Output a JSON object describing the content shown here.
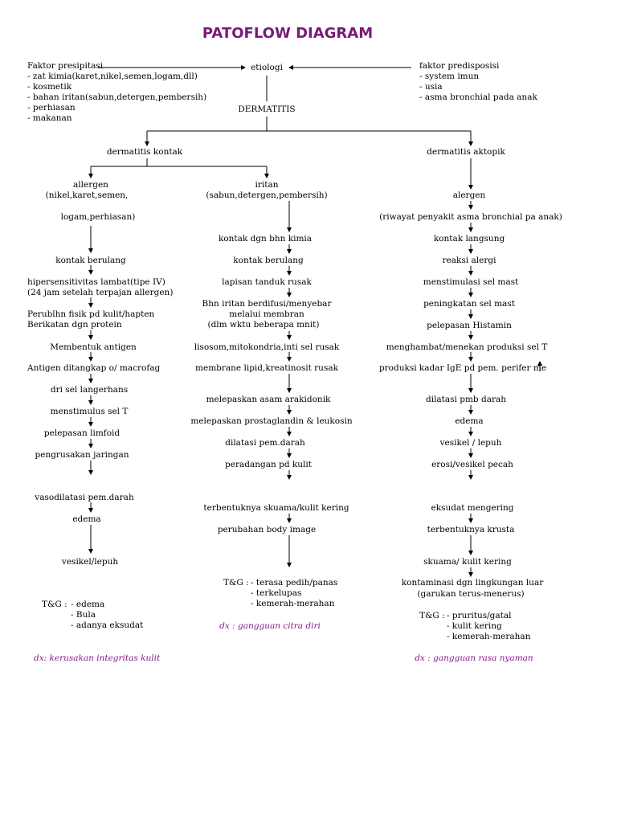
{
  "title": "PATOFLOW DIAGRAM",
  "etiologi": "etiologi",
  "dermatitis": "DERMATITIS",
  "faktor_presipitasi": {
    "heading": "Faktor presipitasi",
    "items": [
      "-  zat kimia(karet,nikel,semen,logam,dll)",
      "-  kosmetik",
      "-  bahan iritan(sabun,detergen,pembersih)",
      "-  perhiasan",
      "-  makanan"
    ]
  },
  "faktor_predisposisi": {
    "heading": "faktor predisposisi",
    "items": [
      "- system imun",
      "- usia",
      "- asma bronchial pada anak"
    ]
  },
  "branch_kontak": "dermatitis kontak",
  "branch_atopik": "dermatitis aktopik",
  "left": {
    "allergen1": "allergen",
    "allergen2": "(nikel,karet,semen,",
    "allergen3": "logam,perhiasan)",
    "s1": "kontak berulang",
    "s2a": "hipersensitivitas lambat(tipe IV)",
    "s2b": "(24 jam setelah terpajan allergen)",
    "s3a": "Perublhn fisik pd kulit/hapten",
    "s3b": "Berikatan dgn protein",
    "s4": "Membentuk antigen",
    "s5": "Antigen ditangkap o/ macrofag",
    "s6": "dri sel langerhans",
    "s7": "menstimulus sel T",
    "s8": "pelepasan limfoid",
    "s9": "pengrusakan jaringan",
    "s10": "vasodilatasi pem.darah",
    "s11": "edema",
    "s12": "vesikel/lepuh",
    "tg_label": "T&G :",
    "tg": [
      "- edema",
      "- Bula",
      "- adanya eksudat"
    ],
    "dx": "dx: kerusakan integritas kulit"
  },
  "middle": {
    "iritan1": "iritan",
    "iritan2": "(sabun,detergen,pembersih)",
    "s1": "kontak dgn bhn kimia",
    "s2": "kontak berulang",
    "s3": "lapisan tanduk rusak",
    "s4a": "Bhn iritan berdifusi/menyebar",
    "s4b": "melalui membran",
    "s4c": "(dlm wktu beberapa mnit)",
    "s5": "lisosom,mitokondria,inti sel rusak",
    "s6": "membrane lipid,kreatinosit rusak",
    "s7": "melepaskan asam arakidonik",
    "s8": "melepaskan prostaglandin & leukosin",
    "s9": "dilatasi pem.darah",
    "s10": "peradangan pd kulit",
    "s11": "terbentuknya skuama/kulit kering",
    "s12": "perubahan body image",
    "tg_label": "T&G :",
    "tg": [
      "- terasa pedih/panas",
      "- terkelupas",
      "- kemerah-merahan"
    ],
    "dx": "dx : gangguan citra diri"
  },
  "right": {
    "alergen": "alergen",
    "riwayat": "(riwayat penyakit asma bronchial pa anak)",
    "s1": "kontak langsung",
    "s2": "reaksi alergi",
    "s3": "menstimulasi sel mast",
    "s4": "peningkatan sel mast",
    "s5": "pelepasan Histamin",
    "s6": "menghambat/menekan produksi sel T",
    "s7": "produksi kadar IgE pd pem. perifer me",
    "s8": "dilatasi pmb darah",
    "s9": "edema",
    "s10": "vesikel / lepuh",
    "s11": "erosi/vesikel pecah",
    "s12": "eksudat mengering",
    "s13": "terbentuknya krusta",
    "s14": "skuama/ kulit kering",
    "s15a": "kontaminasi dgn lingkungan luar",
    "s15b": "(garukan terus-menerus)",
    "tg_label": "T&G :",
    "tg": [
      "- pruritus/gatal",
      "- kulit kering",
      "- kemerah-merahan"
    ],
    "dx": "dx : gangguan rasa nyaman"
  }
}
